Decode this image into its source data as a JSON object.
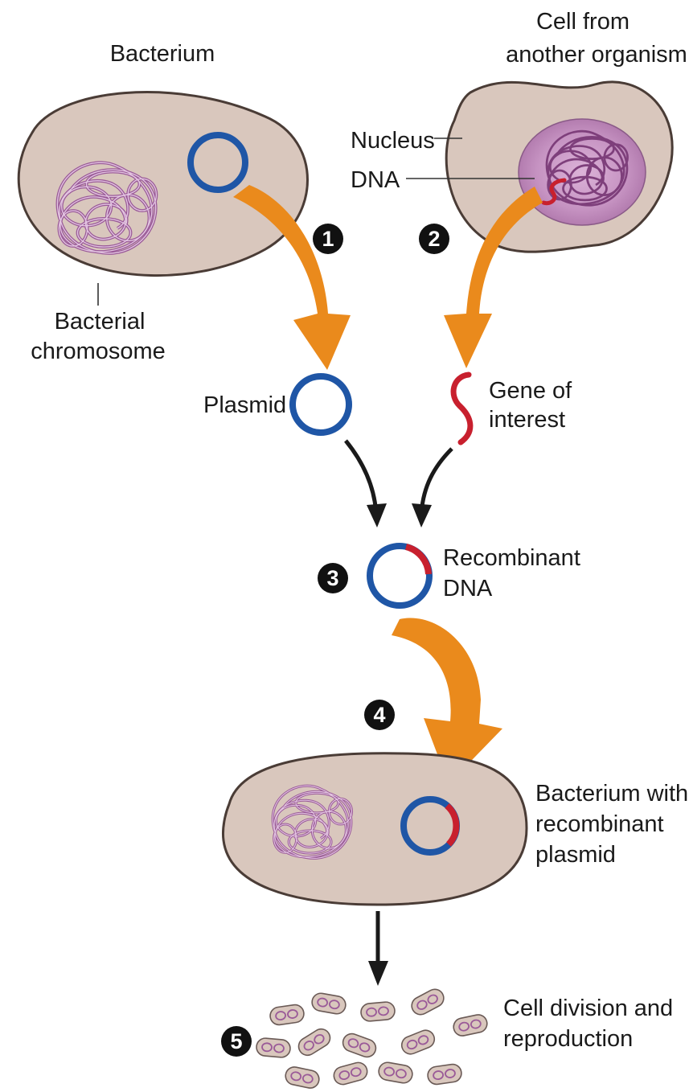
{
  "labels": {
    "bacterium": "Bacterium",
    "cell_line1": "Cell from",
    "cell_line2": "another organism",
    "nucleus": "Nucleus",
    "dna": "DNA",
    "bacterial_line1": "Bacterial",
    "bacterial_line2": "chromosome",
    "plasmid": "Plasmid",
    "gene_line1": "Gene of",
    "gene_line2": "interest",
    "recombinant_line1": "Recombinant",
    "recombinant_line2": "DNA",
    "bacterium_with_line1": "Bacterium with",
    "bacterium_with_line2": "recombinant",
    "bacterium_with_line3": "plasmid",
    "division_line1": "Cell division and",
    "division_line2": "reproduction"
  },
  "steps": [
    "1",
    "2",
    "3",
    "4",
    "5"
  ],
  "colors": {
    "cell_fill": "#d9c7bd",
    "cell_stroke": "#4a3c36",
    "nucleus_fill": "#c28fbe",
    "chromosome": "#9a5a98",
    "plasmid": "#1f56a6",
    "gene": "#c8202e",
    "orange_arrow": "#ea8a1c",
    "black_arrow": "#1a1a1a"
  }
}
